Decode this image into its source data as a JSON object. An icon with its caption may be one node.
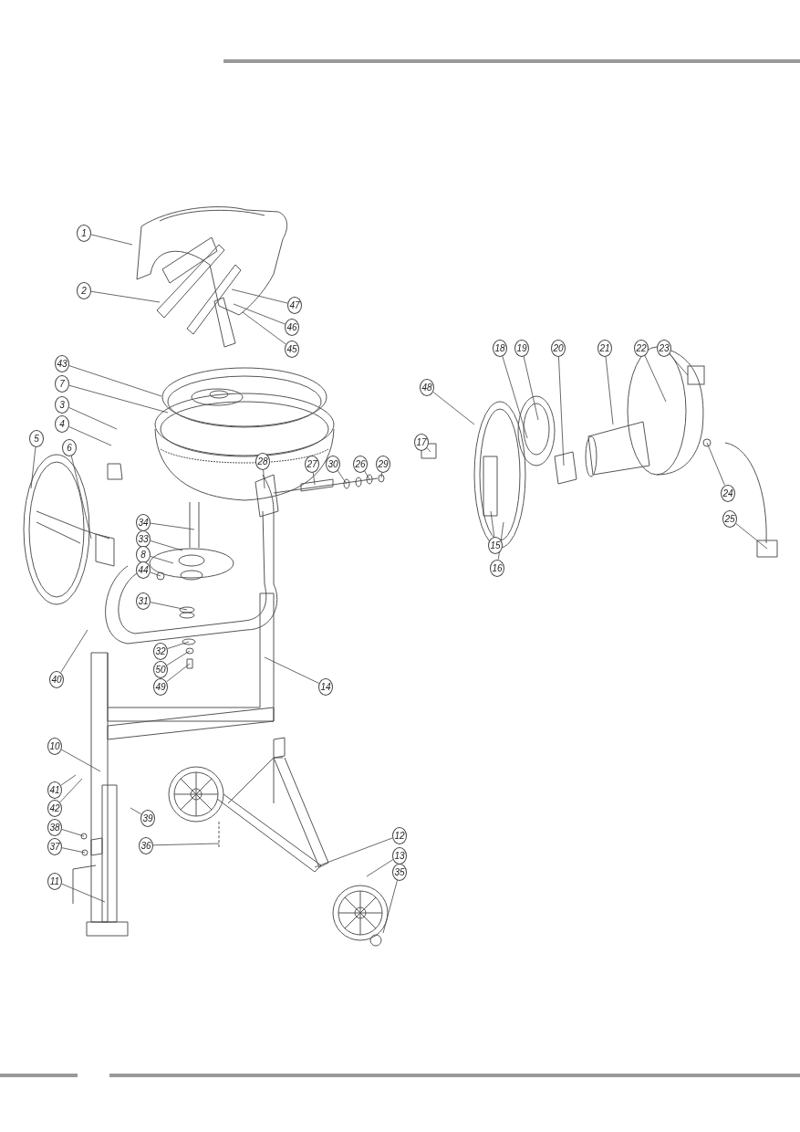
{
  "diagram": {
    "nodes": [
      {
        "text": [
          "1"
        ]
      },
      {
        "text": [
          "2"
        ]
      },
      {
        "text": [
          "47"
        ]
      },
      {
        "text": [
          "46"
        ]
      },
      {
        "text": [
          "45"
        ]
      },
      {
        "text": [
          "43"
        ]
      },
      {
        "text": [
          "7"
        ]
      },
      {
        "text": [
          "3"
        ]
      },
      {
        "text": [
          "4"
        ]
      },
      {
        "text": [
          "5"
        ]
      },
      {
        "text": [
          "6"
        ]
      },
      {
        "text": [
          "28"
        ]
      },
      {
        "text": [
          "27"
        ]
      },
      {
        "text": [
          "30"
        ]
      },
      {
        "text": [
          "26"
        ]
      },
      {
        "text": [
          "29"
        ]
      },
      {
        "text": [
          "17"
        ]
      },
      {
        "text": [
          "48"
        ]
      },
      {
        "text": [
          "18"
        ]
      },
      {
        "text": [
          "19"
        ]
      },
      {
        "text": [
          "20"
        ]
      },
      {
        "text": [
          "21"
        ]
      },
      {
        "text": [
          "22"
        ]
      },
      {
        "text": [
          "23"
        ]
      },
      {
        "text": [
          "24"
        ]
      },
      {
        "text": [
          "25"
        ]
      },
      {
        "text": [
          "15"
        ]
      },
      {
        "text": [
          "16"
        ]
      },
      {
        "text": [
          "34"
        ]
      },
      {
        "text": [
          "33"
        ]
      },
      {
        "text": [
          "8"
        ]
      },
      {
        "text": [
          "44"
        ]
      },
      {
        "text": [
          "31"
        ]
      },
      {
        "text": [
          "32"
        ]
      },
      {
        "text": [
          "50"
        ]
      },
      {
        "text": [
          "49"
        ]
      },
      {
        "text": [
          "40"
        ]
      },
      {
        "text": [
          "14"
        ]
      },
      {
        "text": [
          "10"
        ]
      },
      {
        "text": [
          "41"
        ]
      },
      {
        "text": [
          "42"
        ]
      },
      {
        "text": [
          "38"
        ]
      },
      {
        "text": [
          "37"
        ]
      },
      {
        "text": [
          "39"
        ]
      },
      {
        "text": [
          "36"
        ]
      },
      {
        "text": [
          "11"
        ]
      },
      {
        "text": [
          "12"
        ]
      },
      {
        "text": [
          "13"
        ]
      },
      {
        "text": [
          "35"
        ]
      }
    ],
    "edges": [
      {
        "from": 0,
        "to": null,
        "arrow": "none"
      },
      {
        "from": 1,
        "to": null,
        "arrow": "none"
      },
      {
        "from": 2,
        "to": null,
        "arrow": "none"
      },
      {
        "from": 3,
        "to": null,
        "arrow": "none"
      },
      {
        "from": 4,
        "to": null,
        "arrow": "none"
      },
      {
        "from": 5,
        "to": null,
        "arrow": "none"
      },
      {
        "from": 6,
        "to": null,
        "arrow": "none"
      },
      {
        "from": 7,
        "to": null,
        "arrow": "none"
      },
      {
        "from": 8,
        "to": null,
        "arrow": "none"
      },
      {
        "from": 9,
        "to": null,
        "arrow": "none"
      },
      {
        "from": 10,
        "to": null,
        "arrow": "none"
      },
      {
        "from": 11,
        "to": null,
        "arrow": "none"
      },
      {
        "from": 12,
        "to": null,
        "arrow": "none"
      },
      {
        "from": 13,
        "to": null,
        "arrow": "none"
      },
      {
        "from": 14,
        "to": null,
        "arrow": "none"
      },
      {
        "from": 15,
        "to": null,
        "arrow": "none"
      },
      {
        "from": 16,
        "to": null,
        "arrow": "none"
      },
      {
        "from": 17,
        "to": null,
        "arrow": "none"
      },
      {
        "from": 18,
        "to": null,
        "arrow": "none"
      },
      {
        "from": 19,
        "to": null,
        "arrow": "none"
      },
      {
        "from": 20,
        "to": null,
        "arrow": "none"
      },
      {
        "from": 21,
        "to": null,
        "arrow": "none"
      },
      {
        "from": 22,
        "to": null,
        "arrow": "none"
      },
      {
        "from": 23,
        "to": null,
        "arrow": "none"
      },
      {
        "from": 24,
        "to": null,
        "arrow": "none"
      },
      {
        "from": 25,
        "to": null,
        "arrow": "none"
      },
      {
        "from": 26,
        "to": null,
        "arrow": "none"
      },
      {
        "from": 27,
        "to": null,
        "arrow": "none"
      },
      {
        "from": 28,
        "to": null,
        "arrow": "none"
      },
      {
        "from": 29,
        "to": null,
        "arrow": "none"
      },
      {
        "from": 30,
        "to": null,
        "arrow": "none"
      },
      {
        "from": 31,
        "to": null,
        "arrow": "none"
      },
      {
        "from": 32,
        "to": null,
        "arrow": "none"
      },
      {
        "from": 33,
        "to": null,
        "arrow": "none"
      },
      {
        "from": 34,
        "to": null,
        "arrow": "none"
      },
      {
        "from": 35,
        "to": null,
        "arrow": "none"
      },
      {
        "from": 36,
        "to": null,
        "arrow": "none"
      },
      {
        "from": 37,
        "to": null,
        "arrow": "none"
      },
      {
        "from": 38,
        "to": null,
        "arrow": "none"
      },
      {
        "from": 39,
        "to": null,
        "arrow": "none"
      },
      {
        "from": 40,
        "to": null,
        "arrow": "none"
      },
      {
        "from": 41,
        "to": null,
        "arrow": "none"
      },
      {
        "from": 42,
        "to": null,
        "arrow": "none"
      },
      {
        "from": 43,
        "to": null,
        "arrow": "none"
      },
      {
        "from": 44,
        "to": null,
        "arrow": "none"
      },
      {
        "from": 45,
        "to": null,
        "arrow": "none"
      },
      {
        "from": 46,
        "to": null,
        "arrow": "none"
      },
      {
        "from": 47,
        "to": null,
        "arrow": "none"
      },
      {
        "from": 48,
        "to": null,
        "arrow": "none"
      }
    ]
  }
}
